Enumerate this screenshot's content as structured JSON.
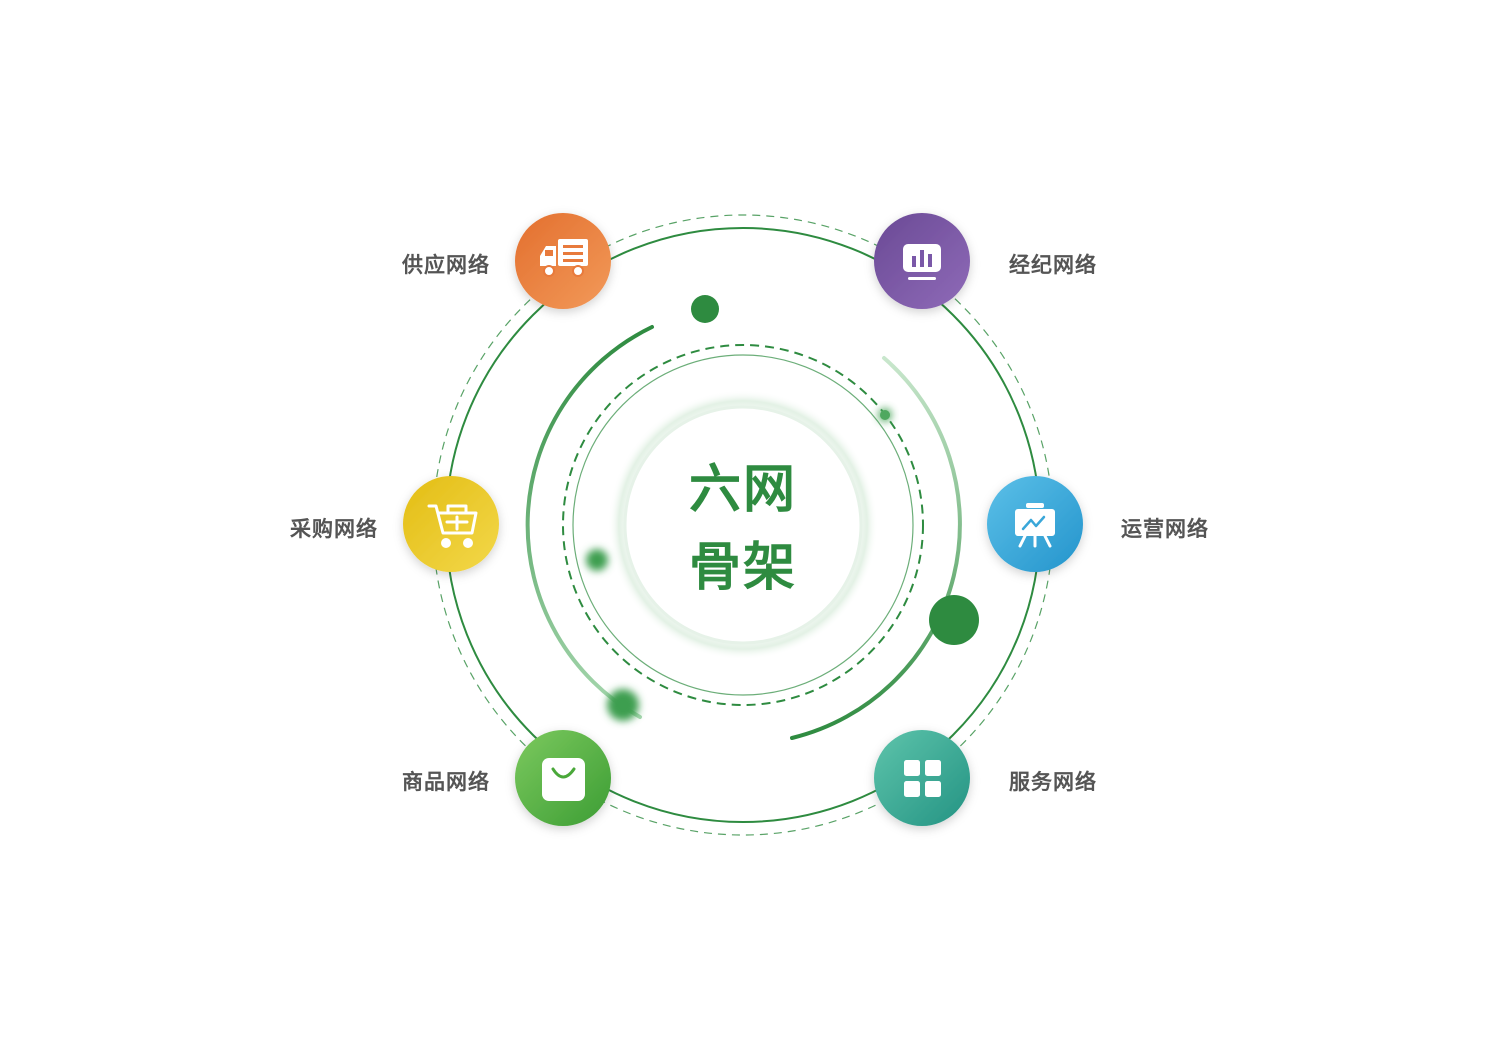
{
  "center": {
    "line1": "六网",
    "line2": "骨架"
  },
  "nodes": [
    {
      "label": "供应网络",
      "icon": "delivery-truck-icon",
      "color_from": "#e8773a",
      "color_to": "#f0924f"
    },
    {
      "label": "经纪网络",
      "icon": "bar-chart-monitor-icon",
      "color_from": "#6f4f9a",
      "color_to": "#8a67b3"
    },
    {
      "label": "采购网络",
      "icon": "shopping-cart-icon",
      "color_from": "#e8c31d",
      "color_to": "#f1d43c"
    },
    {
      "label": "运营网络",
      "icon": "presentation-board-icon",
      "color_from": "#2aa3d8",
      "color_to": "#5cbde6"
    },
    {
      "label": "商品网络",
      "icon": "shopping-bag-icon",
      "color_from": "#4aa83a",
      "color_to": "#74c45a"
    },
    {
      "label": "服务网络",
      "icon": "grid-apps-icon",
      "color_from": "#2aa08a",
      "color_to": "#55bfa6"
    }
  ],
  "colors": {
    "primary_green": "#2e8b40",
    "light_green": "#a8d8b0",
    "label_gray": "#555555"
  }
}
